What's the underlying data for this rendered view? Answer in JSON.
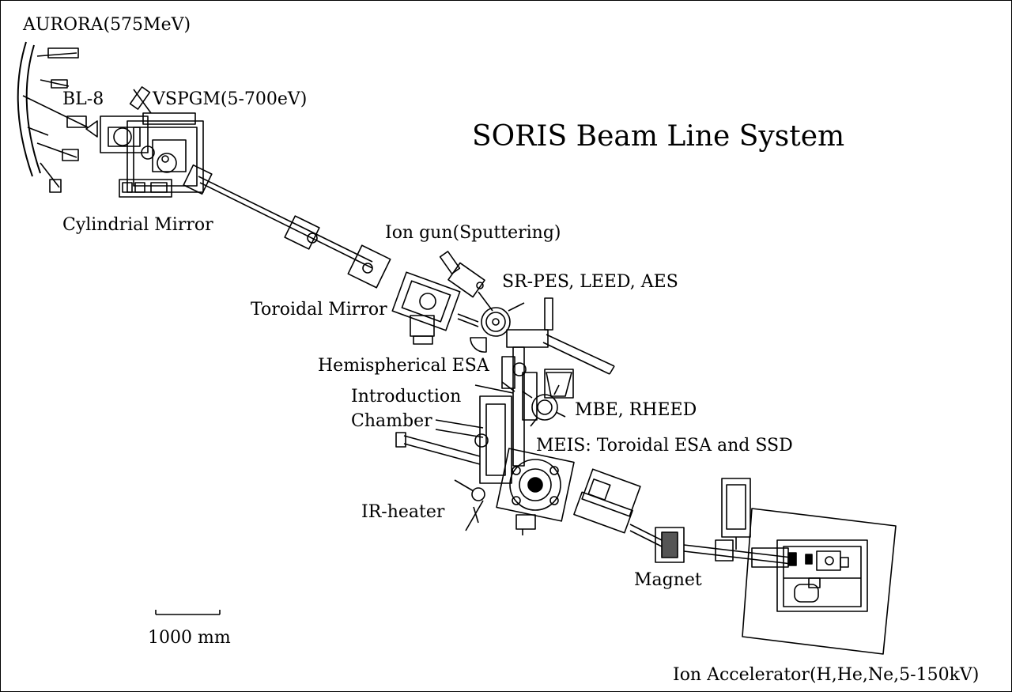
{
  "title": "SORIS Beam Line System",
  "labels": {
    "aurora": "AURORA(575MeV)",
    "bl8": "BL-8",
    "vspgm": "VSPGM(5-700eV)",
    "cyl_mirror": "Cylindrial Mirror",
    "ion_gun": "Ion gun(Sputtering)",
    "srpes": "SR-PES, LEED, AES",
    "toroidal_mirror": "Toroidal Mirror",
    "hemi_esa": "Hemispherical ESA",
    "intro_1": "Introduction",
    "intro_2": "Chamber",
    "mbe": "MBE, RHEED",
    "meis": "MEIS: Toroidal ESA and SSD",
    "ir_heater": "IR-heater",
    "magnet": "Magnet",
    "scale": "1000 mm",
    "ion_acc": "Ion Accelerator(H,He,Ne,5-150kV)"
  },
  "colors": {
    "ink": "#000000",
    "paper": "#ffffff"
  }
}
